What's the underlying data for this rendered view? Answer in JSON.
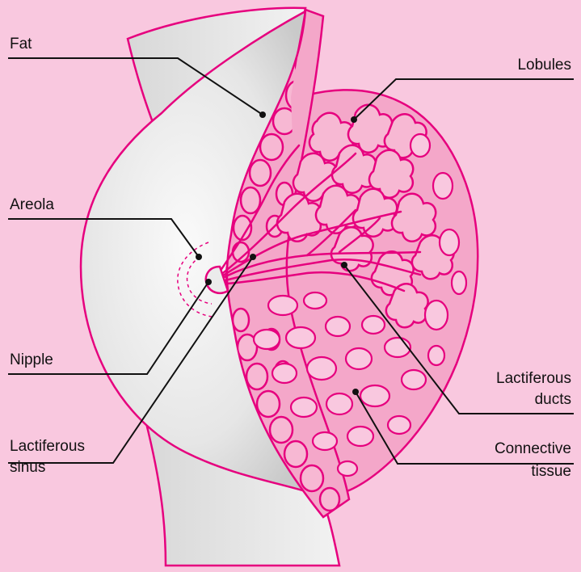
{
  "labels": {
    "fat": "Fat",
    "areola": "Areola",
    "nipple": "Nipple",
    "lactiferous_sinus_1": "Lactiferous",
    "lactiferous_sinus_2": "sinus",
    "lobules": "Lobules",
    "lactiferous_ducts_1": "Lactiferous",
    "lactiferous_ducts_2": "ducts",
    "connective_tissue_1": "Connective",
    "connective_tissue_2": "tissue"
  },
  "colors": {
    "background": "#f9c8df",
    "outline": "#e6007e",
    "glandular_fill": "#f4a7c9",
    "body_fill": "#ebebeb",
    "leader_line": "#111111"
  }
}
